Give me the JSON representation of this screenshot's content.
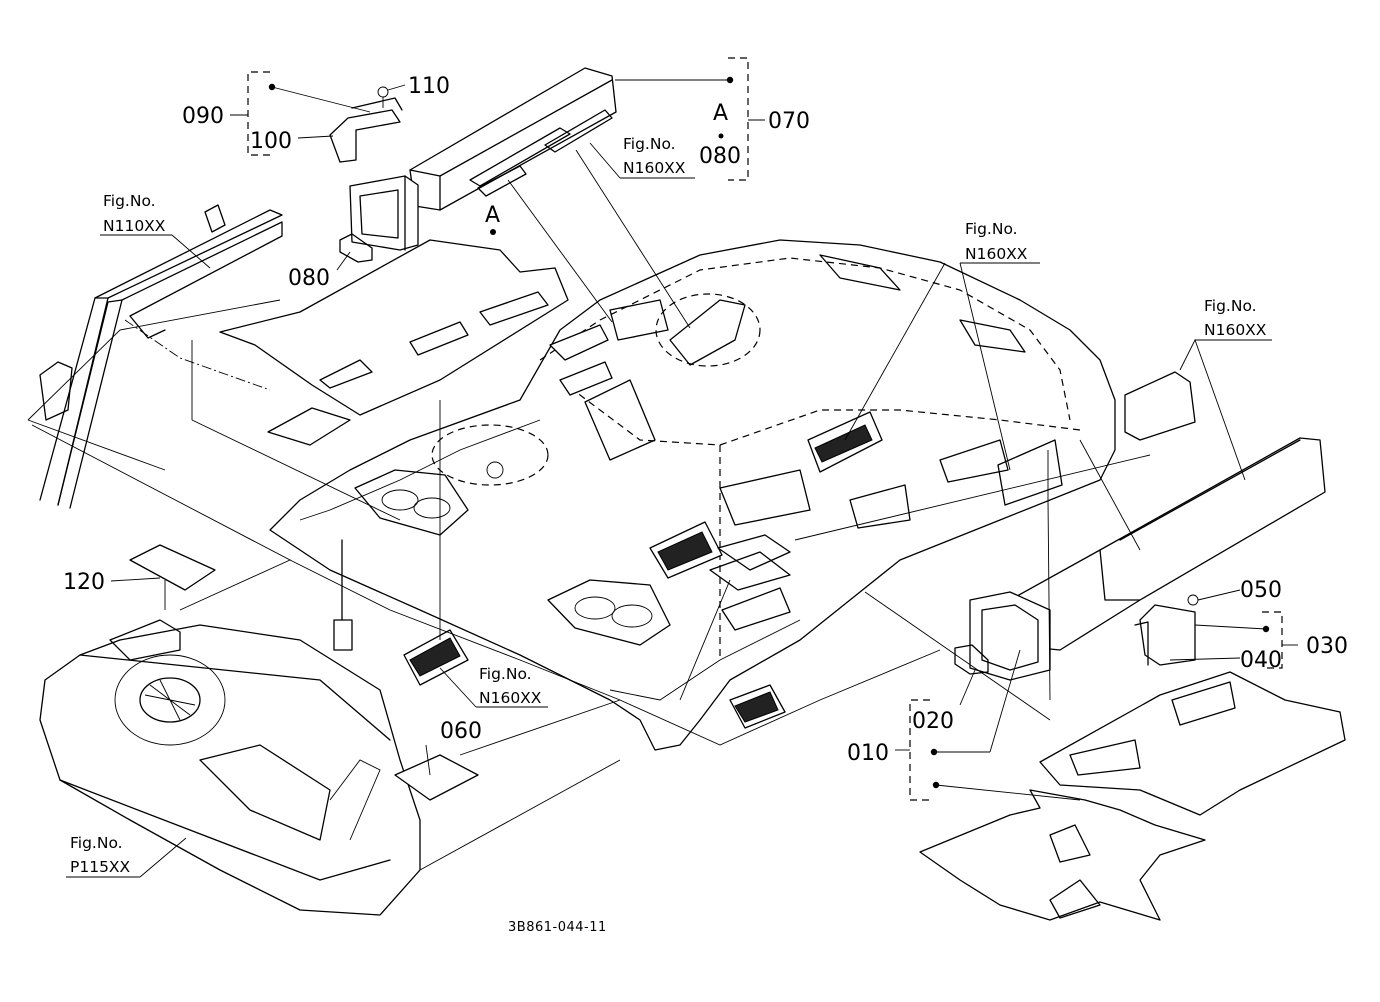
{
  "part_numbers": {
    "p010": "010",
    "p020": "020",
    "p030": "030",
    "p040": "040",
    "p050": "050",
    "p060": "060",
    "p070": "070",
    "p080_top": "080",
    "p080_left": "080",
    "p090": "090",
    "p100": "100",
    "p110": "110",
    "p120": "120"
  },
  "callouts": {
    "view_a_top": "A",
    "view_a_mid": "A"
  },
  "fig_refs": {
    "label": "Fig.No.",
    "ref_n110": "N110XX",
    "ref_n160_top": "N160XX",
    "ref_n160_mid": "N160XX",
    "ref_n160_right": "N160XX",
    "ref_n160_bottom": "N160XX",
    "ref_p115": "P115XX"
  },
  "drawing_code": "3B861-044-11"
}
